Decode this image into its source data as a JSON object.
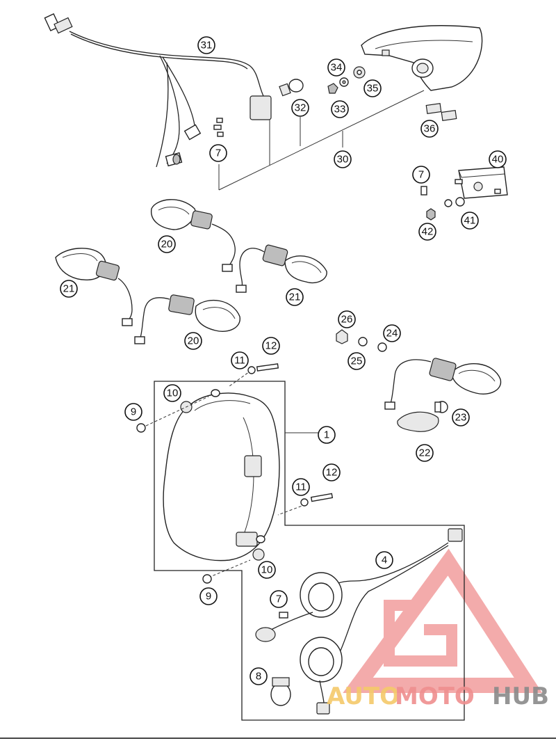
{
  "diagram": {
    "labels": {
      "p1": "1",
      "p4": "4",
      "p7a": "7",
      "p7b": "7",
      "p7c": "7",
      "p8": "8",
      "p9a": "9",
      "p9b": "9",
      "p10a": "10",
      "p10b": "10",
      "p11a": "11",
      "p11b": "11",
      "p12a": "12",
      "p12b": "12",
      "p20a": "20",
      "p20b": "20",
      "p21a": "21",
      "p21b": "21",
      "p22": "22",
      "p23": "23",
      "p24": "24",
      "p25": "25",
      "p26": "26",
      "p30": "30",
      "p31": "31",
      "p32": "32",
      "p33": "33",
      "p34": "34",
      "p35": "35",
      "p36": "36",
      "p40": "40",
      "p41": "41",
      "p42": "42"
    }
  },
  "watermark": {
    "part1": "AUTO",
    "part2": "MOTO",
    "part3": "HUB",
    "color_part1": "#f5c96a",
    "color_part2": "#ef8f8f",
    "color_part3": "#8a8a8a",
    "logo_color": "#ef8f8f"
  }
}
